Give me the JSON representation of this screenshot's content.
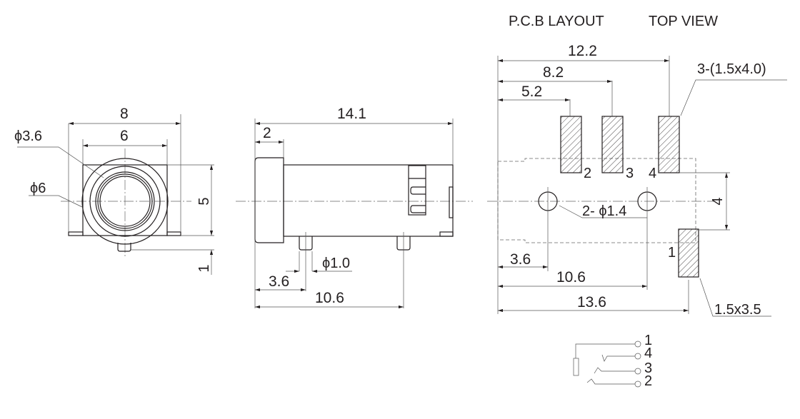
{
  "header": {
    "pcb_layout": "P.C.B LAYOUT",
    "top_view": "TOP VIEW"
  },
  "front_view": {
    "width_outer": "8",
    "width_inner": "6",
    "phi_inner": "ϕ3.6",
    "phi_outer": "ϕ6",
    "height": "5",
    "pin_height": "1"
  },
  "side_view": {
    "length": "14.1",
    "cap_length": "2",
    "pin_dia": "ϕ1.0",
    "pin1_pos": "3.6",
    "pin2_pos": "10.6"
  },
  "pcb_layout": {
    "dim_12_2": "12.2",
    "dim_8_2": "8.2",
    "dim_5_2": "5.2",
    "pad_spec": "3-(1.5x4.0)",
    "pad_labels": [
      "2",
      "3",
      "4",
      "1"
    ],
    "hole_spec": "2- ϕ1.4",
    "dim_4": "4",
    "dim_3_6": "3.6",
    "dim_10_6": "10.6",
    "dim_13_6": "13.6",
    "pad1_spec": "1.5x3.5"
  },
  "schematic": {
    "pins": [
      "1",
      "4",
      "3",
      "2"
    ]
  }
}
